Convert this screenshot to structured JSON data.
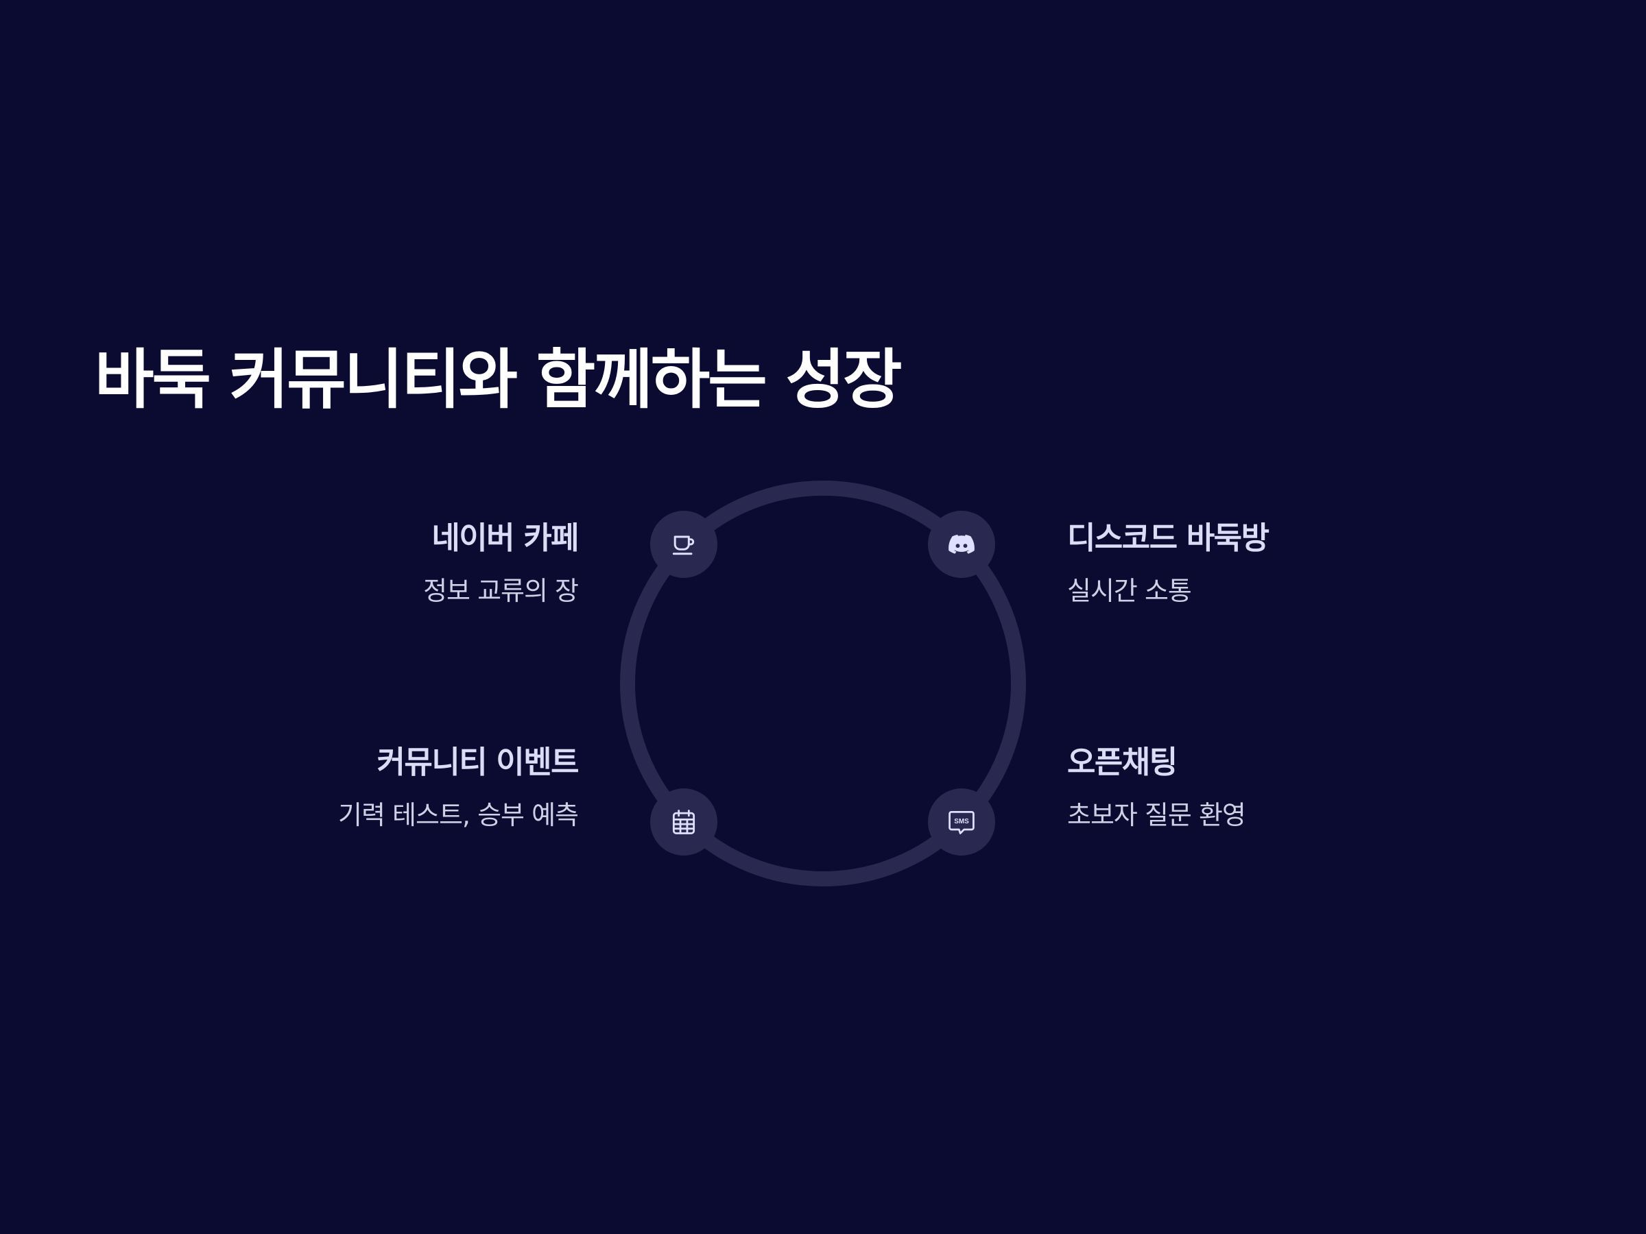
{
  "slide": {
    "title": "바둑 커뮤니티와 함께하는 성장",
    "colors": {
      "background": "#0b0a30",
      "ring": "#292850",
      "node": "#292850",
      "icon": "#dfe0ff",
      "title": "#ffffff",
      "item_title": "#dcdcf7",
      "item_desc": "#cfcfe6"
    },
    "items": [
      {
        "title": "네이버 카페",
        "description": "정보 교류의 장",
        "icon": "coffee-cup-icon"
      },
      {
        "title": "디스코드 바둑방",
        "description": "실시간 소통",
        "icon": "discord-icon"
      },
      {
        "title": "커뮤니티 이벤트",
        "description": "기력 테스트, 승부 예측",
        "icon": "calendar-icon"
      },
      {
        "title": "오픈채팅",
        "description": "초보자 질문 환영",
        "icon": "sms-chat-icon"
      }
    ],
    "sms_label": "SMS"
  }
}
